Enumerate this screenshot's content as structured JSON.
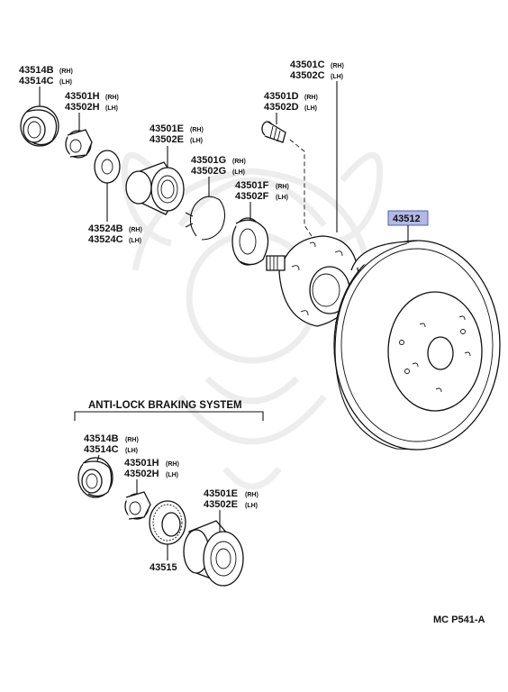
{
  "highlight_color": "#b3b9e4",
  "watermark": "samurai-helmet-logo",
  "parts": {
    "p43514B": {
      "code": "43514B",
      "suffix": "(RH)"
    },
    "p43514C": {
      "code": "43514C",
      "suffix": "(LH)"
    },
    "p43501H": {
      "code": "43501H",
      "suffix": "(RH)"
    },
    "p43502H": {
      "code": "43502H",
      "suffix": "(LH)"
    },
    "p43501E": {
      "code": "43501E",
      "suffix": "(RH)"
    },
    "p43502E": {
      "code": "43502E",
      "suffix": "(LH)"
    },
    "p43501G": {
      "code": "43501G",
      "suffix": "(RH)"
    },
    "p43502G": {
      "code": "43502G",
      "suffix": "(LH)"
    },
    "p43524B": {
      "code": "43524B",
      "suffix": "(RH)"
    },
    "p43524C": {
      "code": "43524C",
      "suffix": "(LH)"
    },
    "p43501F": {
      "code": "43501F",
      "suffix": "(RH)"
    },
    "p43502F": {
      "code": "43502F",
      "suffix": "(LH)"
    },
    "p43501C": {
      "code": "43501C",
      "suffix": "(RH)"
    },
    "p43502C": {
      "code": "43502C",
      "suffix": "(LH)"
    },
    "p43501D": {
      "code": "43501D",
      "suffix": "(RH)"
    },
    "p43502D": {
      "code": "43502D",
      "suffix": "(LH)"
    },
    "p43512": {
      "code": "43512"
    }
  },
  "abs": {
    "title": "ANTI-LOCK BRAKING SYSTEM",
    "p43514B": {
      "code": "43514B",
      "suffix": "(RH)"
    },
    "p43514C": {
      "code": "43514C",
      "suffix": "(LH)"
    },
    "p43501H": {
      "code": "43501H",
      "suffix": "(RH)"
    },
    "p43502H": {
      "code": "43502H",
      "suffix": "(LH)"
    },
    "p43501E": {
      "code": "43501E",
      "suffix": "(RH)"
    },
    "p43502E": {
      "code": "43502E",
      "suffix": "(LH)"
    },
    "p43515": {
      "code": "43515"
    }
  },
  "footer_code": "MC P541-A"
}
